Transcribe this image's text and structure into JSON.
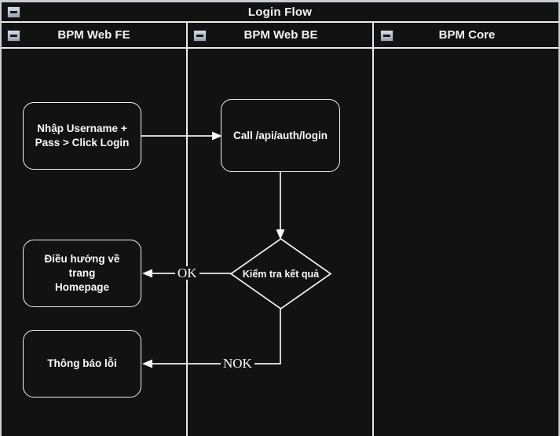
{
  "diagram": {
    "type": "bpmn-swimlane-flowchart",
    "pool": {
      "title": "Login Flow",
      "collapse_icon": "minus-box-icon"
    },
    "lanes": [
      {
        "id": "fe",
        "label": "BPM Web FE",
        "collapse_icon": "minus-box-icon"
      },
      {
        "id": "be",
        "label": "BPM Web BE",
        "collapse_icon": "minus-box-icon"
      },
      {
        "id": "core",
        "label": "BPM Core",
        "collapse_icon": "minus-box-icon"
      }
    ],
    "nodes": [
      {
        "id": "n1",
        "lane": "fe",
        "shape": "rounded-rect",
        "text": "Nhập Username +\nPass > Click Login"
      },
      {
        "id": "n2",
        "lane": "be",
        "shape": "rounded-rect",
        "text": "Call /api/auth/login"
      },
      {
        "id": "n3",
        "lane": "be",
        "shape": "diamond",
        "text": "Kiểm tra kết quả"
      },
      {
        "id": "n4",
        "lane": "fe",
        "shape": "rounded-rect",
        "text": "Điều hướng về trang\nHomepage"
      },
      {
        "id": "n5",
        "lane": "fe",
        "shape": "rounded-rect",
        "text": "Thông báo lỗi"
      }
    ],
    "edges": [
      {
        "from": "n1",
        "to": "n2",
        "label": ""
      },
      {
        "from": "n2",
        "to": "n3",
        "label": ""
      },
      {
        "from": "n3",
        "to": "n4",
        "label": "OK"
      },
      {
        "from": "n3",
        "to": "n5",
        "label": "NOK"
      }
    ],
    "colors": {
      "background": "#121212",
      "stroke": "#f0f1f2",
      "text": "#fafafa",
      "chrome": "#cdd1d6"
    }
  }
}
